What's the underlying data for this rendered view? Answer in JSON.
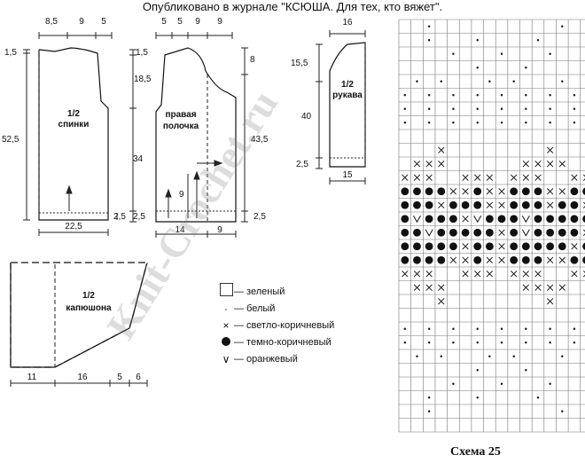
{
  "title": "Опубликовано в журнале \"КСЮША. Для тех, кто вяжет\".",
  "watermark": "Knit-Crochet.ru",
  "pieces": {
    "back": {
      "label1": "1/2",
      "label2": "спинки",
      "dims": {
        "top_left": "8,5",
        "top_mid": "9",
        "top_right": "5",
        "shoulder": "1,5",
        "height": "52,5",
        "hem": "2,5",
        "width": "22,5"
      }
    },
    "front": {
      "label1": "правая",
      "label2": "полочка",
      "dims": {
        "top_left": "5",
        "top_mid1": "5",
        "top_mid2": "9",
        "top_right": "9",
        "shoulder": "1,5",
        "armhole": "18,5",
        "body": "34",
        "pocket": "9",
        "hem_left": "2,5",
        "hem_right": "2,5",
        "neck": "8",
        "height": "43,5",
        "bottom_left": "14",
        "bottom_right": "9"
      }
    },
    "sleeve": {
      "label1": "1/2",
      "label2": "рукава",
      "dims": {
        "top": "16",
        "cap": "15,5",
        "length": "40",
        "cuff": "2,5",
        "bottom": "15"
      }
    },
    "hood": {
      "label1": "1/2",
      "label2": "капюшона",
      "dims": {
        "b1": "11",
        "b2": "16",
        "b3": "5",
        "b4": "6"
      }
    }
  },
  "legend": [
    {
      "symbol": "empty",
      "label": "— зеленый"
    },
    {
      "symbol": "small-dot",
      "label": "— белый"
    },
    {
      "symbol": "x",
      "label": "— светло-коричневый"
    },
    {
      "symbol": "big-dot",
      "label": "— темно-коричневый"
    },
    {
      "symbol": "v",
      "label": "— оранжевый"
    }
  ],
  "chart": {
    "caption": "Схема 25",
    "rows": [
      "..D..........D..",
      "..D...D....D....",
      "....D...D...D...",
      "......D...D....D",
      ".D.D...D.D...D..",
      "D.D.D.D.D.D.D.D.",
      "D.D.D.D.D.D.D.D.",
      "D.D.D.D.D.D.D.D.",
      "................",
      "...X........X...",
      ".XXX......XXXX..",
      "XXX..XXX.XXX..XX",
      "OOOOXXOXXOOOXXOO",
      "OOOXOOOXXOOOXOOX",
      "OVOOOXVOOOVOOOOO",
      "OOVOOOOOXOVOOOOX",
      "OOOOOXOOXOOOOOXO",
      "OOOOXXOXXOOOXXOO",
      "XXX..XXX.XXX..XX",
      ".XXX......XXXX..",
      "...X........X...",
      "................",
      "D.D.D.D.D.D.D.D.",
      "D.D.D.D.D.D.D.D.",
      ".D.D...D.D...D..",
      "......D...D....D",
      "....D...D...D...",
      "..D...D....D....",
      "..D..........D..",
      "................"
    ]
  }
}
